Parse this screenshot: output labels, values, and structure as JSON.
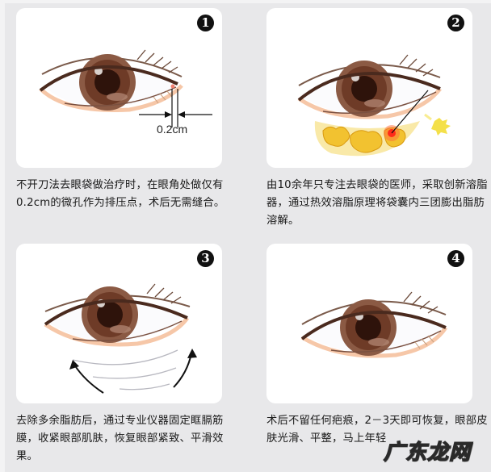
{
  "steps": [
    {
      "number": "1",
      "measurement_label": "0.2cm",
      "caption": "不开刀法去眼袋做治疗时，在眼角处做仅有0.2cm的微孔作为排压点，术后无需缝合。"
    },
    {
      "number": "2",
      "caption": "由10余年只专注去眼袋的医师，采取创新溶脂器，通过热效溶脂原理将袋囊内三团膨出脂肪溶解。"
    },
    {
      "number": "3",
      "caption": "去除多余脂肪后，通过专业仪器固定眶膈筋膜，收紧眼部肌肤，恢复眼部紧致、平滑效果。"
    },
    {
      "number": "4",
      "caption": "术后不留任何疤痕，2－3天即可恢复，眼部皮肤光滑、平整，马上年轻"
    }
  ],
  "watermark": "广东龙网",
  "colors": {
    "page_background": "#e8e8ea",
    "card_background": "#ffffff",
    "badge": "#111111",
    "iris_dark": "#5a2e1c",
    "iris_light": "#9a6a52",
    "eyeliner": "#4a2a1e",
    "skin_lid": "#f6c7a8",
    "fat_yellow": "#f2c230",
    "heat_red": "#ff2a1a"
  }
}
